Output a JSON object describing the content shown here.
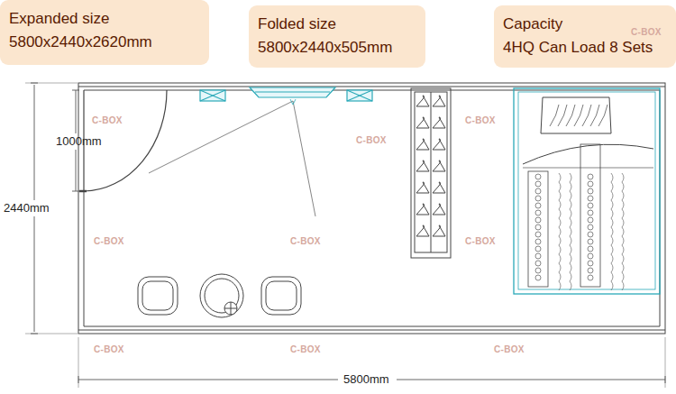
{
  "diagram": {
    "nodes": [
      {
        "text": [
          "Expanded size",
          "5800x2440x2620mm"
        ]
      },
      {
        "text": [
          "Folded size",
          "5800x2440x505mm"
        ]
      },
      {
        "text": [
          "Capacity",
          "4HQ Can Load 8 Sets"
        ]
      }
    ],
    "edges": [],
    "labels": [
      "1000mm",
      "2440mm",
      "5800mm",
      "C-BOX",
      "C-BOX",
      "C-BOX",
      "C-BOX",
      "C-BOX",
      "C-BOX",
      "C-BOX",
      "C-BOX",
      "C-BOX",
      "C-BOX"
    ]
  }
}
